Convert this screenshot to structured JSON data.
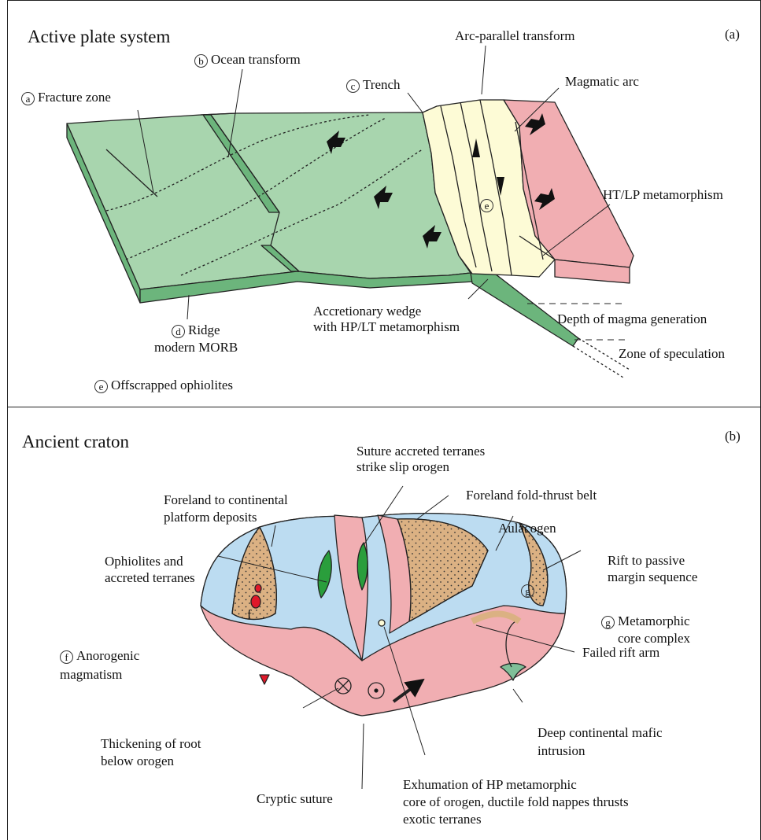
{
  "panel_a": {
    "title": "Active plate system",
    "tag": "(a)",
    "labels": {
      "fracture_zone": {
        "marker": "a",
        "text": "Fracture zone"
      },
      "ocean_transform": {
        "marker": "b",
        "text": "Ocean transform"
      },
      "trench": {
        "marker": "c",
        "text": "Trench"
      },
      "arc_parallel_transform": "Arc-parallel transform",
      "magmatic_arc": "Magmatic arc",
      "ht_lp": "HT/LP metamorphism",
      "accretionary_wedge_1": "Accretionary wedge",
      "accretionary_wedge_2": "with HP/LT metamorphism",
      "ridge": {
        "marker": "d",
        "text": "Ridge"
      },
      "ridge_2": "modern MORB",
      "depth_magma": "Depth of magma generation",
      "zone_speculation": "Zone of speculation",
      "offscrapped": {
        "marker": "e",
        "text": "Offscrapped ophiolites"
      },
      "inline_e": "e"
    }
  },
  "panel_b": {
    "title": "Ancient craton",
    "tag": "(b)",
    "labels": {
      "suture_1": "Suture accreted terranes",
      "suture_2": "strike slip orogen",
      "foreland_platform_1": "Foreland to continental",
      "foreland_platform_2": "platform deposits",
      "foreland_fold": "Foreland fold-thrust belt",
      "aulacogen": "Aulacogen",
      "ophiolites_1": "Ophiolites and",
      "ophiolites_2": "accreted terranes",
      "rift_1": "Rift to passive",
      "rift_2": "margin sequence",
      "metamorphic_core": {
        "marker": "g",
        "text": "Metamorphic"
      },
      "metamorphic_core_2": "core complex",
      "anorogenic": {
        "marker": "f",
        "text": "Anorogenic"
      },
      "anorogenic_2": "magmatism",
      "failed_rift": "Failed rift arm",
      "deep_mafic_1": "Deep continental mafic",
      "deep_mafic_2": "intrusion",
      "thickening_1": "Thickening of root",
      "thickening_2": "below orogen",
      "cryptic": "Cryptic suture",
      "exhumation_1": "Exhumation of HP metamorphic",
      "exhumation_2": "core of orogen, ductile fold nappes thrusts",
      "exhumation_3": "exotic terranes",
      "inline_f": "f",
      "inline_g": "g"
    }
  },
  "colors": {
    "ocean": "#a8d5ae",
    "ocean_side": "#6cb57c",
    "wedge": "#fdfbd6",
    "arc": "#f1aeb2",
    "sediment": "#dbb183",
    "craton_blue": "#bcdcf1",
    "craton_pink": "#f1aeb2",
    "ophiolite": "#2a9e3c",
    "magma": "#e0192a",
    "mafic": "#7fbf98"
  }
}
